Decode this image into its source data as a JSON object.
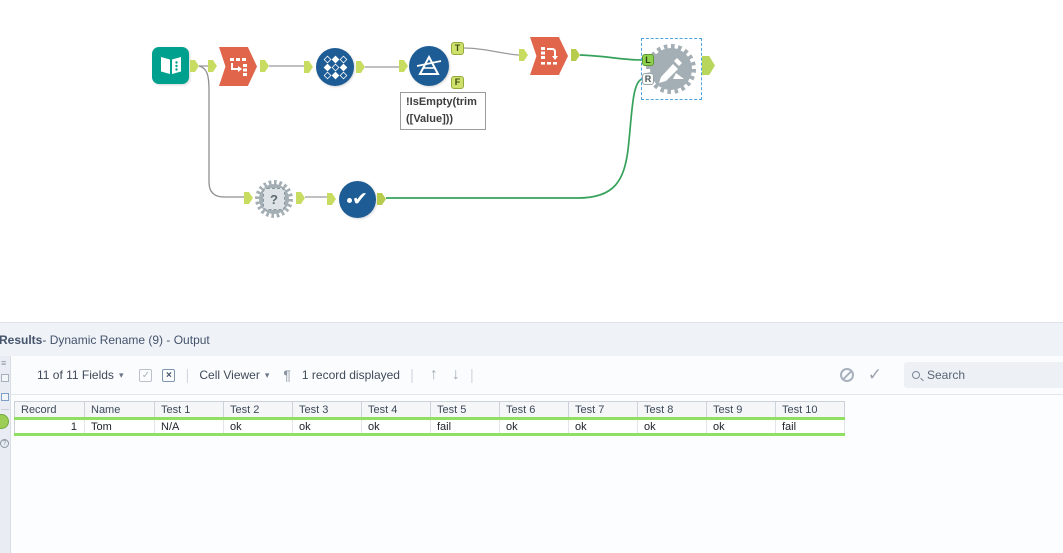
{
  "canvas": {
    "annotation": {
      "line1": "!IsEmpty(trim",
      "line2": "([Value]))"
    },
    "anchor_labels": {
      "t": "T",
      "f": "F",
      "l": "L",
      "r": "R"
    },
    "macro_glyph": "?",
    "colors": {
      "wire_green": "#35a25b",
      "anchor_green": "#c9dc62",
      "selection_blue": "#4da3dd",
      "input_teal": "#00a08e",
      "transform_orange": "#e0654a",
      "tool_blue": "#1d5c94",
      "gear_gray": "#a4afb5"
    }
  },
  "results": {
    "title": {
      "bold": "Results",
      "rest": " - Dynamic Rename (9) - Output"
    },
    "toolbar": {
      "fields_label": "11 of 11 Fields",
      "cell_viewer_label": "Cell Viewer",
      "record_count": "1 record displayed"
    },
    "search": {
      "placeholder": "Search"
    },
    "table": {
      "columns": [
        "Record",
        "Name",
        "Test 1",
        "Test 2",
        "Test 3",
        "Test 4",
        "Test 5",
        "Test 6",
        "Test 7",
        "Test 8",
        "Test 9",
        "Test 10"
      ],
      "rows": [
        [
          "1",
          "Tom",
          "N/A",
          "ok",
          "ok",
          "ok",
          "fail",
          "ok",
          "ok",
          "ok",
          "ok",
          "fail"
        ]
      ],
      "accent_green": "#8fdf63"
    },
    "icons": {
      "caret": "▾",
      "pilcrow": "¶",
      "up_arrow": "↑",
      "down_arrow": "↓",
      "check": "✓",
      "x_mark": "×",
      "menu": "≡",
      "help": "?"
    }
  }
}
